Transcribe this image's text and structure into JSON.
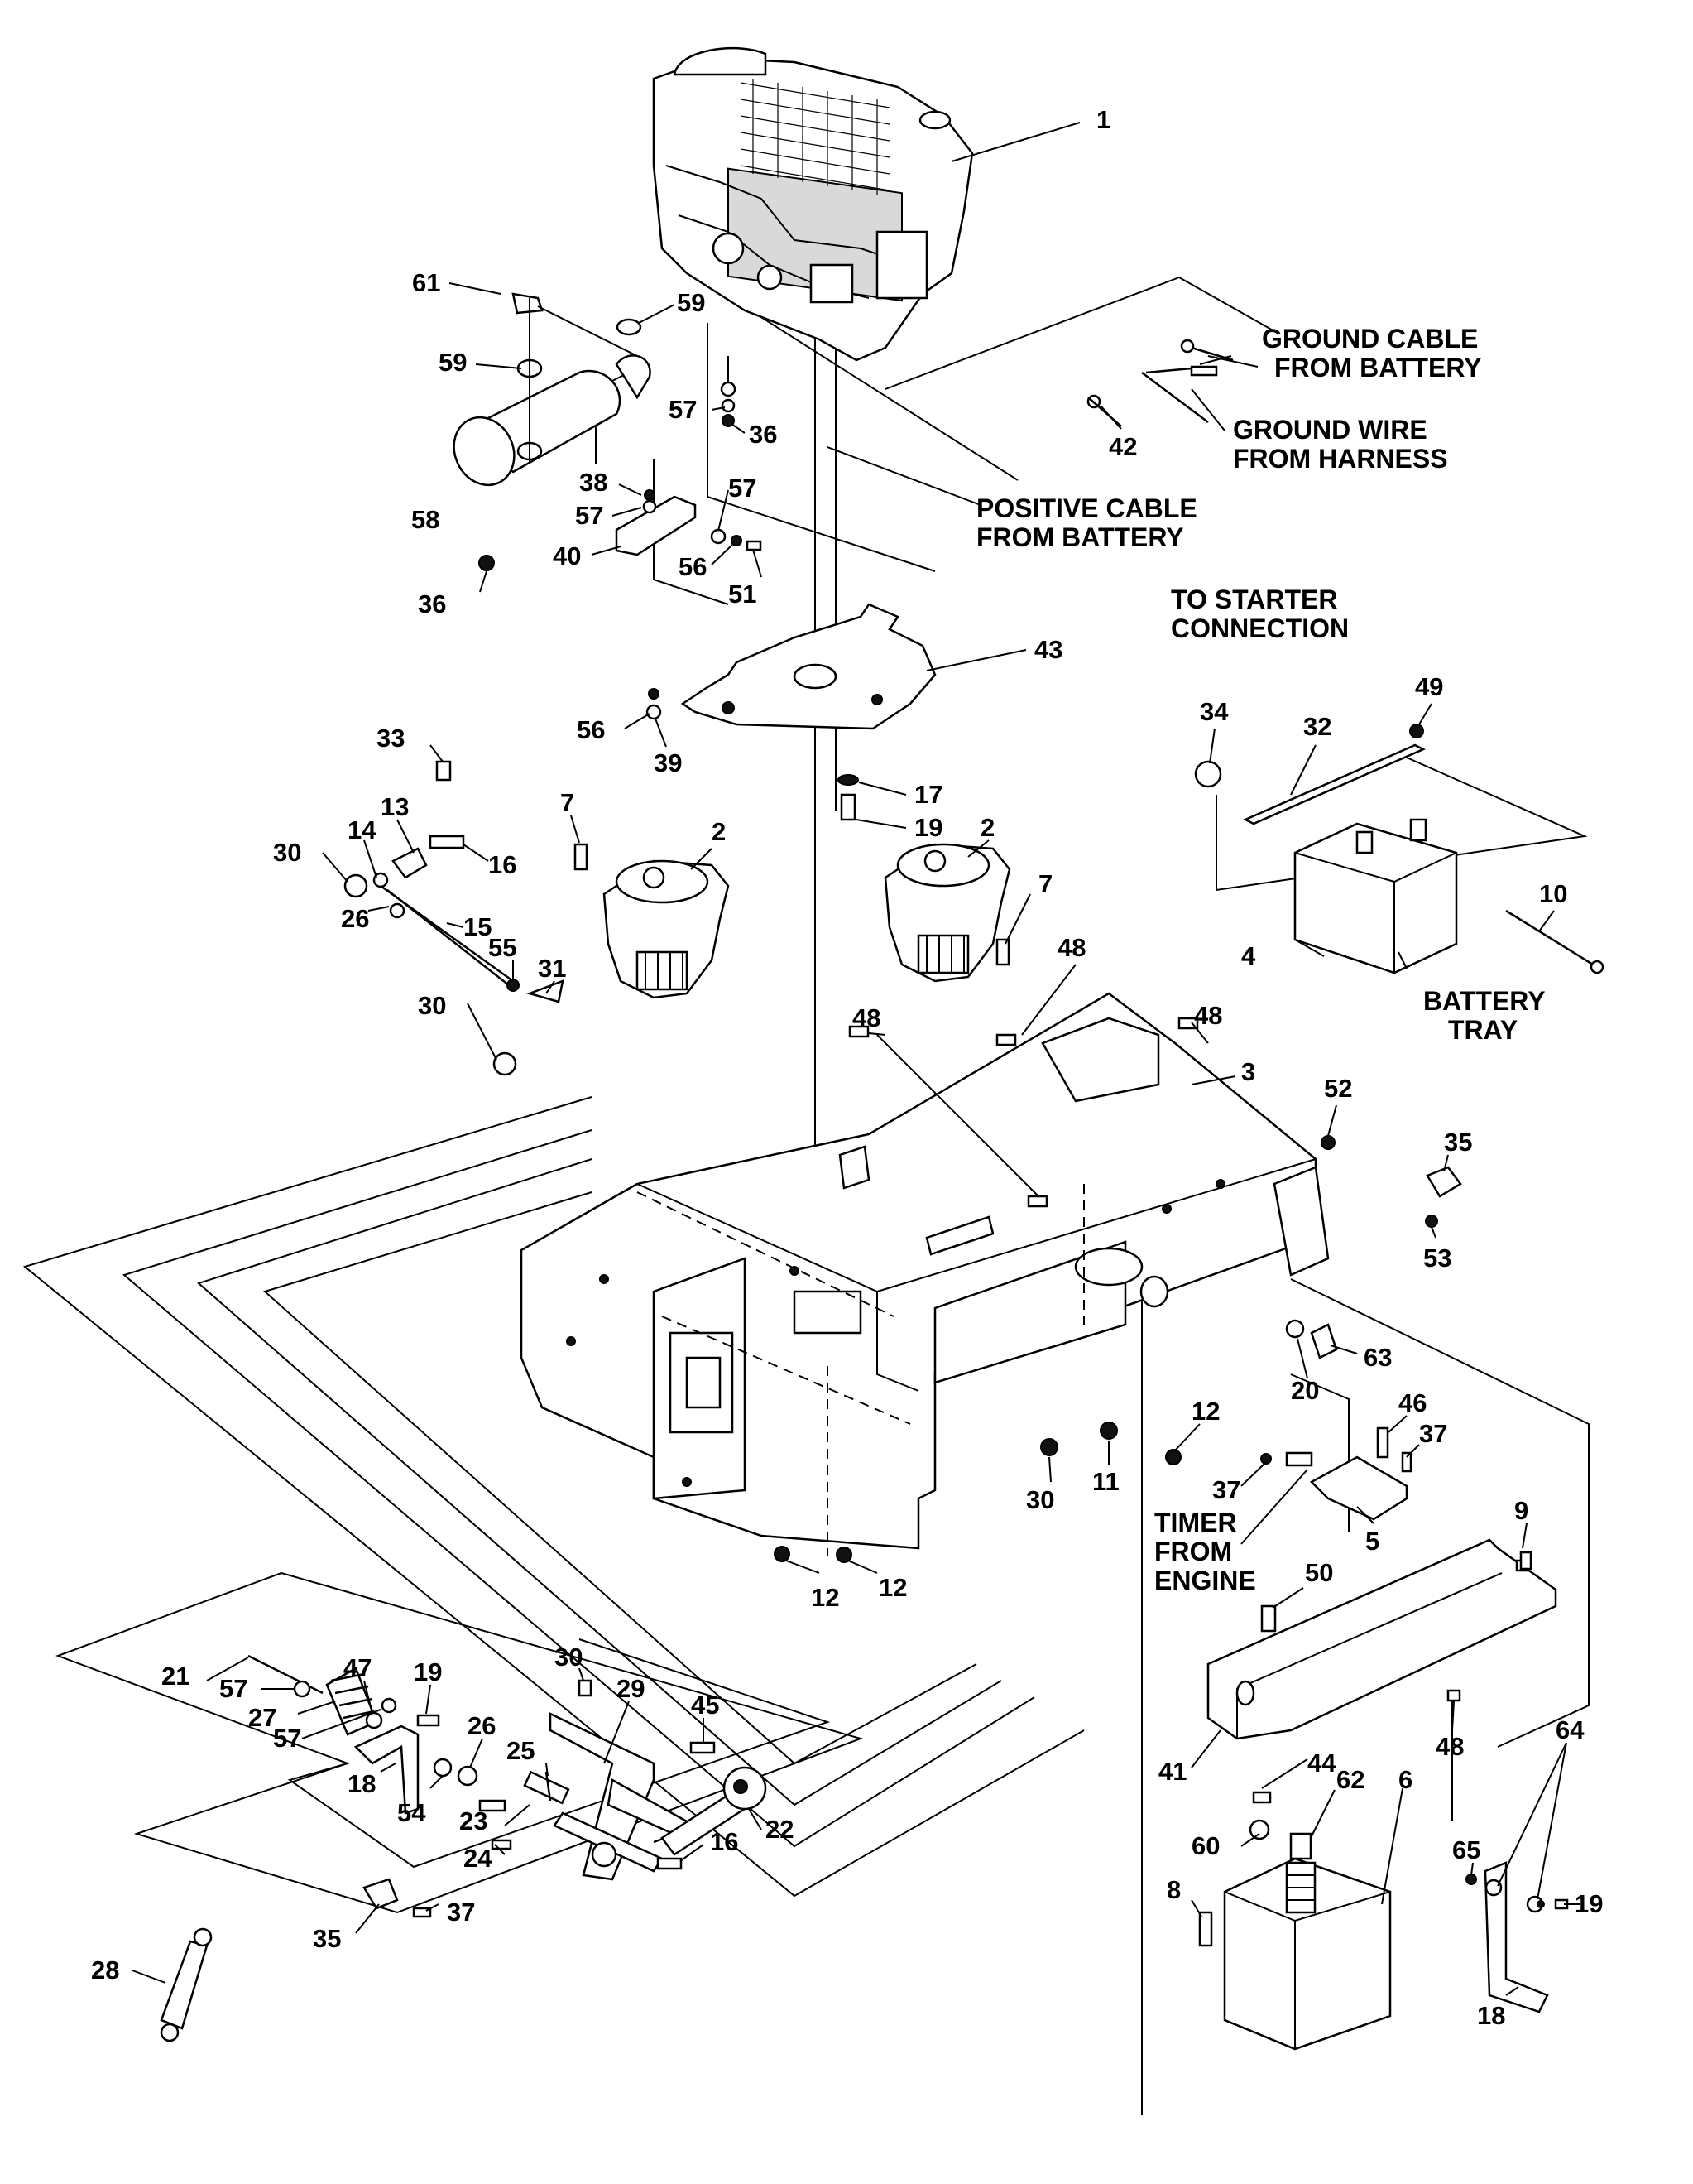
{
  "callouts": [
    {
      "id": "c1",
      "text": "1"
    },
    {
      "id": "c61",
      "text": "61"
    },
    {
      "id": "c59a",
      "text": "59"
    },
    {
      "id": "c59b",
      "text": "59"
    },
    {
      "id": "c57a",
      "text": "57"
    },
    {
      "id": "c36a",
      "text": "36"
    },
    {
      "id": "c58",
      "text": "58"
    },
    {
      "id": "c38",
      "text": "38"
    },
    {
      "id": "c57b",
      "text": "57"
    },
    {
      "id": "c57c",
      "text": "57"
    },
    {
      "id": "c40",
      "text": "40"
    },
    {
      "id": "c56a",
      "text": "56"
    },
    {
      "id": "c51",
      "text": "51"
    },
    {
      "id": "c36b",
      "text": "36"
    },
    {
      "id": "c42",
      "text": "42"
    },
    {
      "id": "c43",
      "text": "43"
    },
    {
      "id": "c56b",
      "text": "56"
    },
    {
      "id": "c39",
      "text": "39"
    },
    {
      "id": "c17",
      "text": "17"
    },
    {
      "id": "c19a",
      "text": "19"
    },
    {
      "id": "c34",
      "text": "34"
    },
    {
      "id": "c32",
      "text": "32"
    },
    {
      "id": "c49",
      "text": "49"
    },
    {
      "id": "c10",
      "text": "10"
    },
    {
      "id": "c4",
      "text": "4"
    },
    {
      "id": "c33",
      "text": "33"
    },
    {
      "id": "c13",
      "text": "13"
    },
    {
      "id": "c14",
      "text": "14"
    },
    {
      "id": "c30a",
      "text": "30"
    },
    {
      "id": "c16a",
      "text": "16"
    },
    {
      "id": "c15",
      "text": "15"
    },
    {
      "id": "c26a",
      "text": "26"
    },
    {
      "id": "c55",
      "text": "55"
    },
    {
      "id": "c31",
      "text": "31"
    },
    {
      "id": "c30b",
      "text": "30"
    },
    {
      "id": "c7a",
      "text": "7"
    },
    {
      "id": "c2a",
      "text": "2"
    },
    {
      "id": "c2b",
      "text": "2"
    },
    {
      "id": "c7b",
      "text": "7"
    },
    {
      "id": "c48a",
      "text": "48"
    },
    {
      "id": "c48b",
      "text": "48"
    },
    {
      "id": "c48c",
      "text": "48"
    },
    {
      "id": "c3",
      "text": "3"
    },
    {
      "id": "c52",
      "text": "52"
    },
    {
      "id": "c35a",
      "text": "35"
    },
    {
      "id": "c53",
      "text": "53"
    },
    {
      "id": "c63",
      "text": "63"
    },
    {
      "id": "c20",
      "text": "20"
    },
    {
      "id": "c12a",
      "text": "12"
    },
    {
      "id": "c46",
      "text": "46"
    },
    {
      "id": "c37a",
      "text": "37"
    },
    {
      "id": "c37b",
      "text": "37"
    },
    {
      "id": "c30c",
      "text": "30"
    },
    {
      "id": "c11",
      "text": "11"
    },
    {
      "id": "c5",
      "text": "5"
    },
    {
      "id": "c9",
      "text": "9"
    },
    {
      "id": "c12b",
      "text": "12"
    },
    {
      "id": "c12c",
      "text": "12"
    },
    {
      "id": "c50",
      "text": "50"
    },
    {
      "id": "c48d",
      "text": "48"
    },
    {
      "id": "c41",
      "text": "41"
    },
    {
      "id": "c44",
      "text": "44"
    },
    {
      "id": "c62",
      "text": "62"
    },
    {
      "id": "c60",
      "text": "60"
    },
    {
      "id": "c6",
      "text": "6"
    },
    {
      "id": "c8",
      "text": "8"
    },
    {
      "id": "c65",
      "text": "65"
    },
    {
      "id": "c64",
      "text": "64"
    },
    {
      "id": "c19b",
      "text": "19"
    },
    {
      "id": "c18a",
      "text": "18"
    },
    {
      "id": "c21",
      "text": "21"
    },
    {
      "id": "c57d",
      "text": "57"
    },
    {
      "id": "c47",
      "text": "47"
    },
    {
      "id": "c27",
      "text": "27"
    },
    {
      "id": "c57e",
      "text": "57"
    },
    {
      "id": "c19c",
      "text": "19"
    },
    {
      "id": "c30d",
      "text": "30"
    },
    {
      "id": "c45",
      "text": "45"
    },
    {
      "id": "c29",
      "text": "29"
    },
    {
      "id": "c26b",
      "text": "26"
    },
    {
      "id": "c25",
      "text": "25"
    },
    {
      "id": "c22",
      "text": "22"
    },
    {
      "id": "c18b",
      "text": "18"
    },
    {
      "id": "c54",
      "text": "54"
    },
    {
      "id": "c23",
      "text": "23"
    },
    {
      "id": "c24",
      "text": "24"
    },
    {
      "id": "c16b",
      "text": "16"
    },
    {
      "id": "c28",
      "text": "28"
    },
    {
      "id": "c35b",
      "text": "35"
    },
    {
      "id": "c37c",
      "text": "37"
    }
  ],
  "notes": {
    "ground_cable": [
      "GROUND CABLE",
      "FROM BATTERY"
    ],
    "ground_wire": [
      "GROUND WIRE",
      "FROM HARNESS"
    ],
    "positive_cable": [
      "POSITIVE CABLE",
      "FROM BATTERY"
    ],
    "starter": [
      "TO STARTER",
      "CONNECTION"
    ],
    "battery_tray": [
      "BATTERY",
      "TRAY"
    ],
    "timer": [
      "TIMER",
      "FROM",
      "ENGINE"
    ]
  }
}
